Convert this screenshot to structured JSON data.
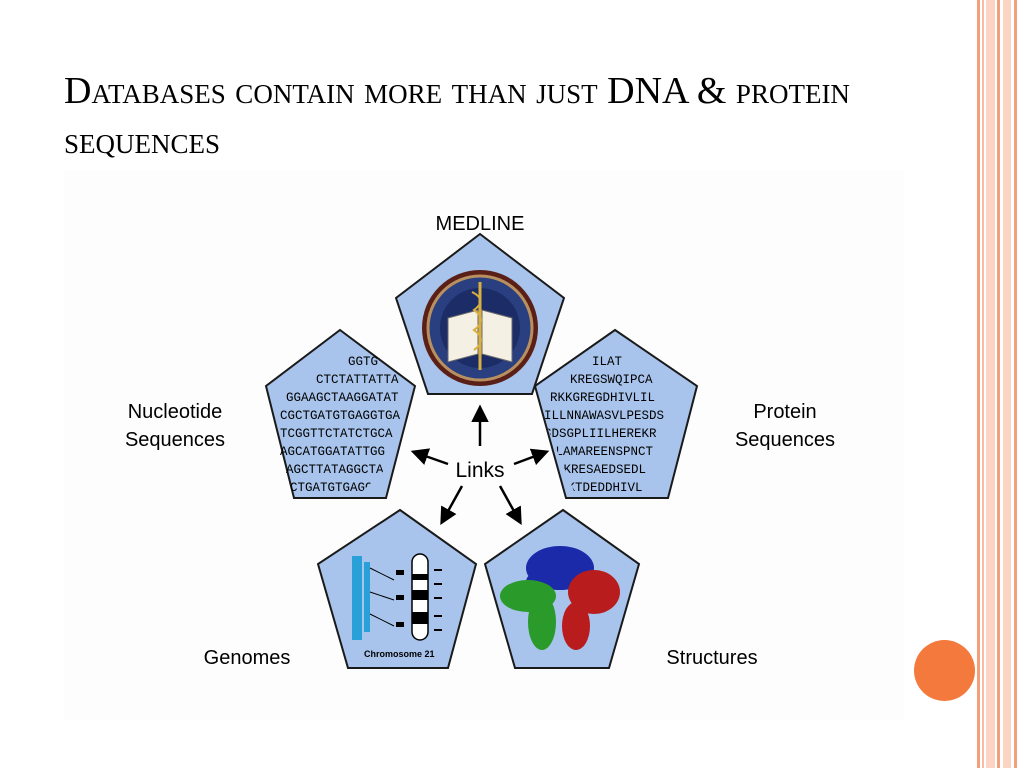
{
  "slide": {
    "title": "Databases contain more than just DNA & protein sequences"
  },
  "diagram": {
    "labels": {
      "medline": "MEDLINE",
      "nucleotide": "Nucleotide\nSequences",
      "protein": "Protein\nSequences",
      "genomes": "Genomes",
      "structures": "Structures",
      "links": "Links",
      "chromosome": "Chromosome 21"
    },
    "nucleotide_lines": [
      "GGTG",
      "CTCTATTATTA",
      "GGAAGCTAAGGATAT",
      "CGCTGATGTGAGGTGA",
      "TCGGTTCTATCTGCA",
      "AGCATGGATATTGG",
      "AGCTTATAGGCTA",
      "CTGATGTGAGGT"
    ],
    "protein_lines": [
      "ILAT",
      "KREGSWQIPCA",
      "RKKGREGDHIVLIL",
      "ILLNNAWASVLPESDS",
      "SDSGPLIILHEREKR",
      "ALAMAREENSPNCT",
      "IKRESAEDSEDL",
      "KKTDEDDHIVL"
    ],
    "colors": {
      "pentagon_fill": "#a8c4ec",
      "pentagon_stroke": "#1a1a1a",
      "accent_dot": "#f4793c",
      "stripe_dark": "#f2a07b",
      "stripe_light": "#fbd4c3"
    },
    "icons": [
      "nlm-seal-icon",
      "chromosome-icon",
      "protein-structure-icon",
      "arrow-icon"
    ]
  }
}
